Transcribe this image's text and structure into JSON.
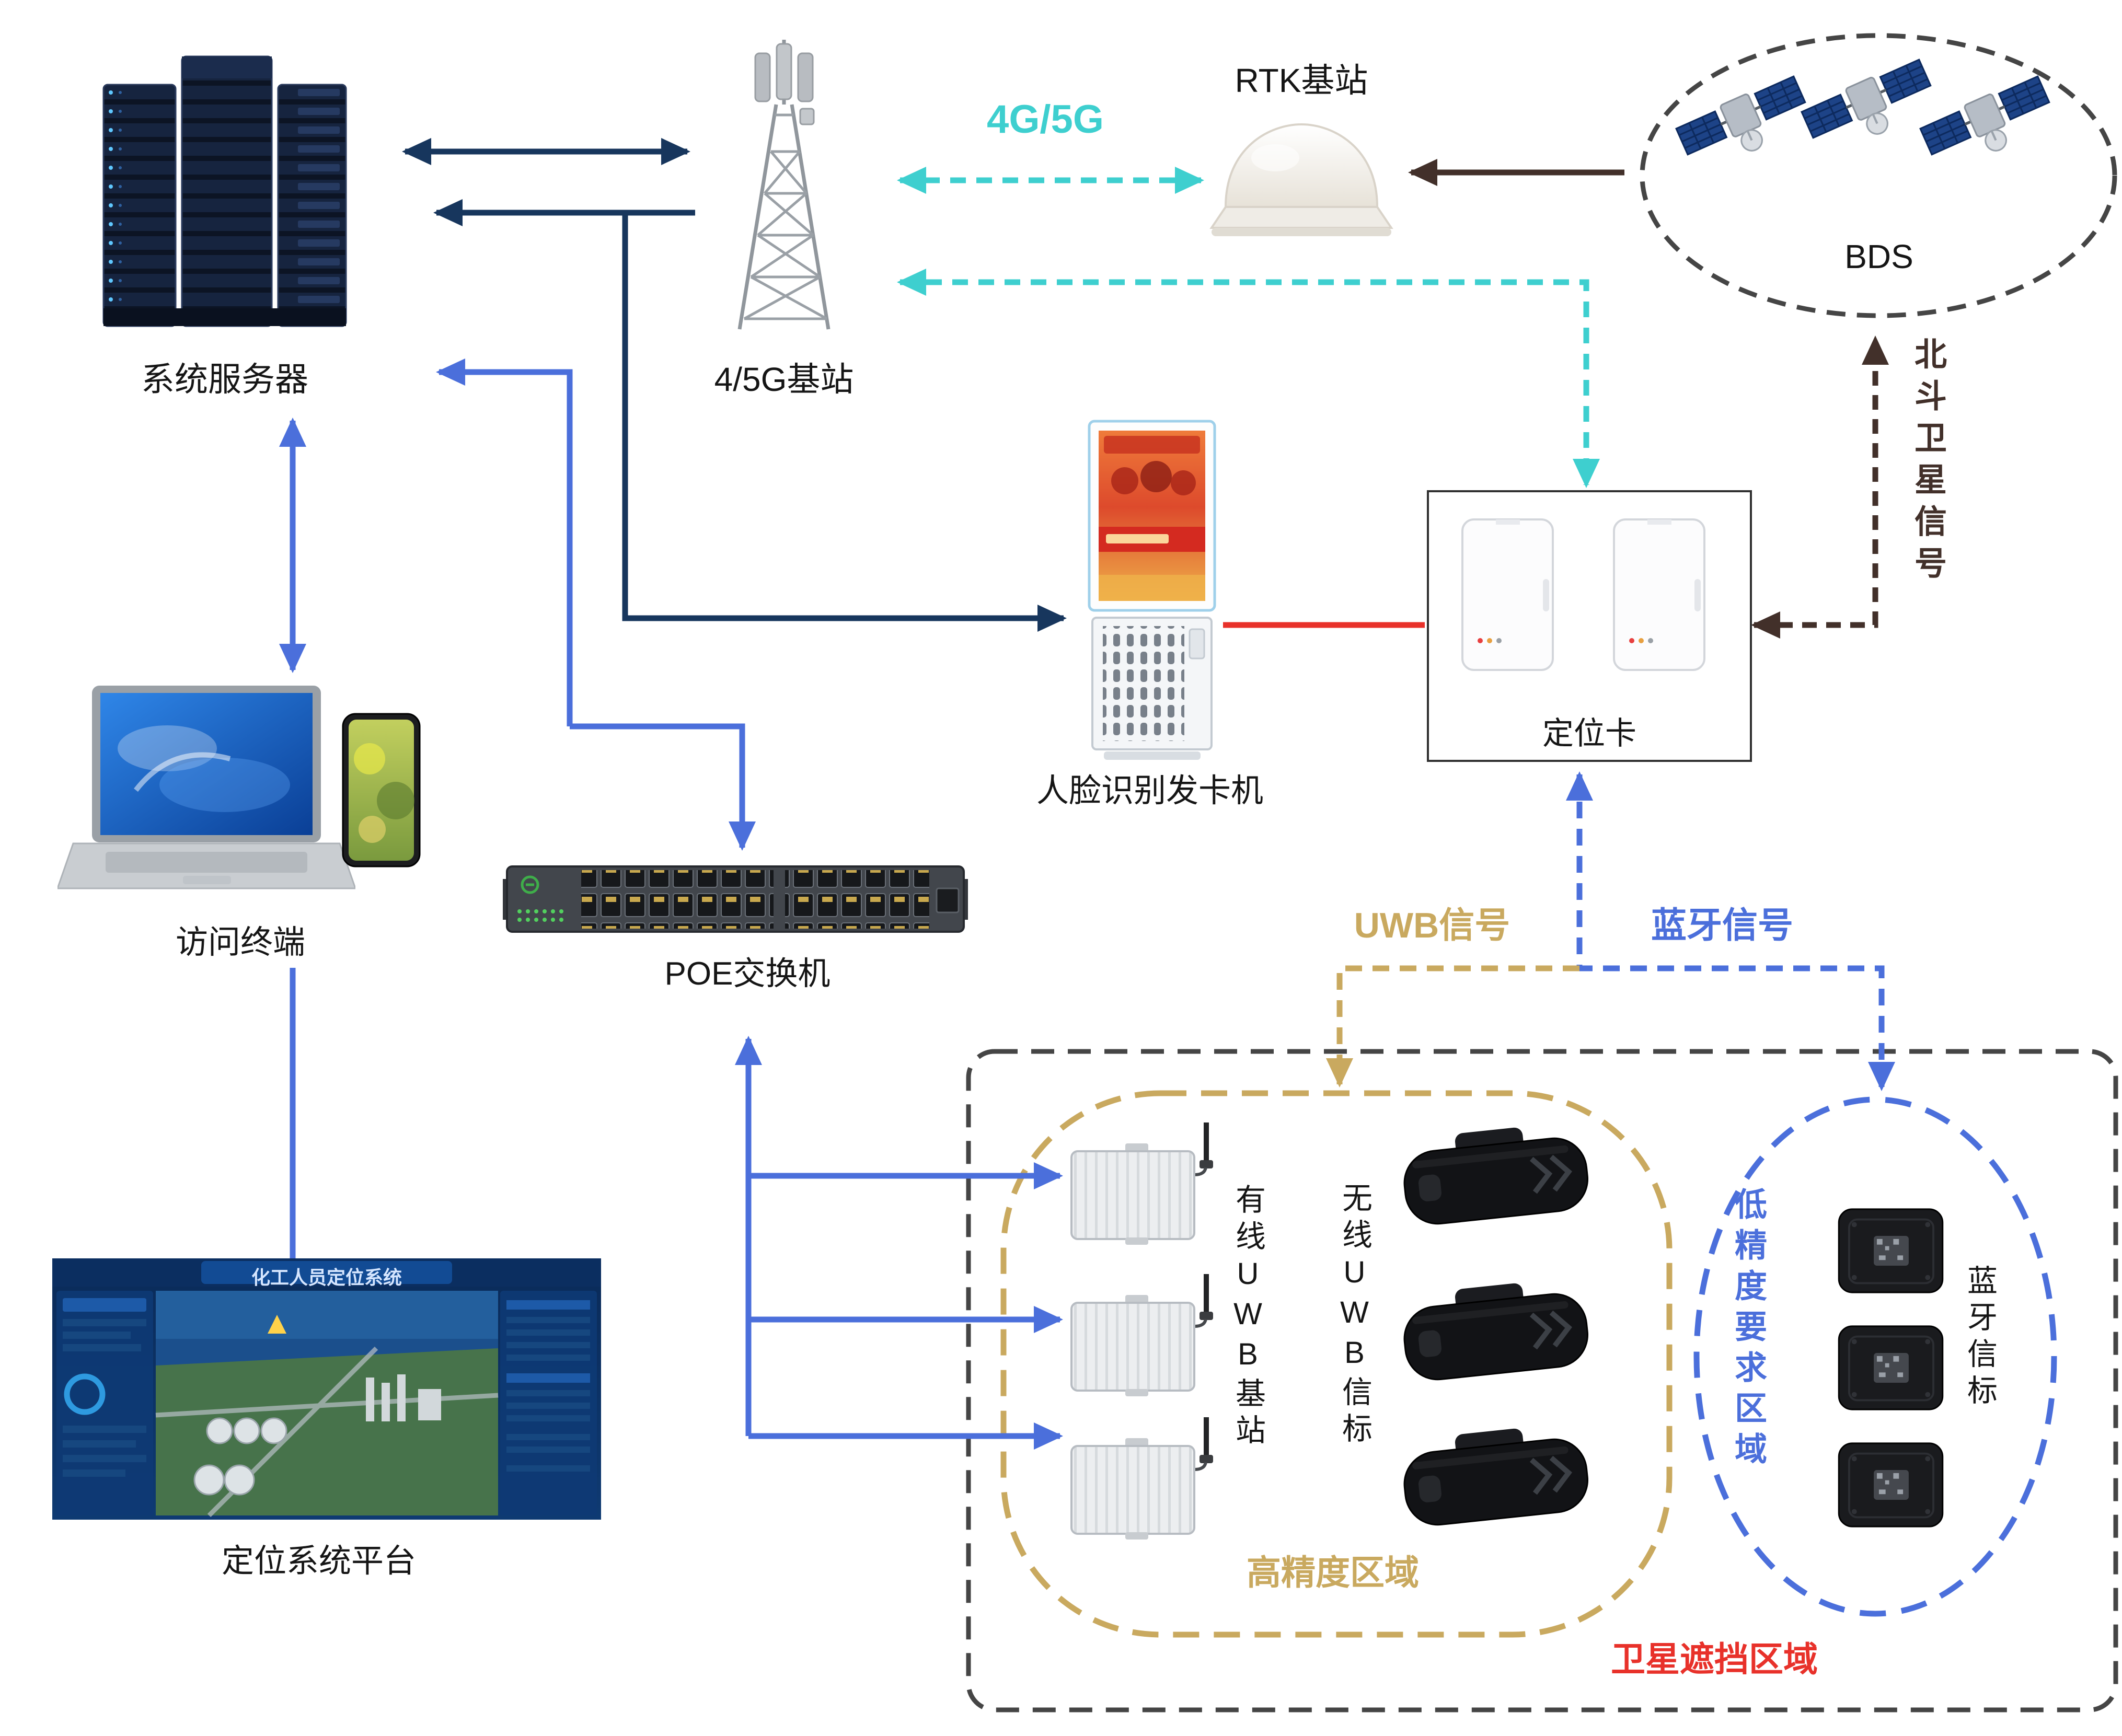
{
  "nodes": {
    "server": {
      "label": "系统服务器"
    },
    "base_station": {
      "label": "4/5G基站"
    },
    "rtk": {
      "label": "RTK基站"
    },
    "bds": {
      "label": "BDS"
    },
    "kiosk": {
      "label": "人脸识别发卡机"
    },
    "locator_card": {
      "label": "定位卡"
    },
    "terminal": {
      "label": "访问终端"
    },
    "poe_switch": {
      "label": "POE交换机"
    },
    "platform": {
      "label": "定位系统平台",
      "screen_title": "化工人员定位系统"
    },
    "wired_uwb_station": {
      "label": "有线UWB基站"
    },
    "wireless_uwb_beacon": {
      "label": "无线UWB信标"
    },
    "bluetooth_beacon": {
      "label": "蓝牙信标"
    }
  },
  "signals": {
    "cellular": "4G/5G",
    "beidou": "北斗卫星信号",
    "uwb": "UWB信号",
    "bluetooth": "蓝牙信号"
  },
  "zones": {
    "high_precision": "高精度区域",
    "low_precision": "低精度要求区域",
    "satellite_blocked": "卫星遮挡区域"
  },
  "colors": {
    "navy_link": "#17365d",
    "blue_link": "#4b6fdb",
    "cyan_link": "#3ecfcf",
    "tan_link": "#c9a95f",
    "brown_link": "#42302a",
    "red_link": "#e8312a"
  }
}
